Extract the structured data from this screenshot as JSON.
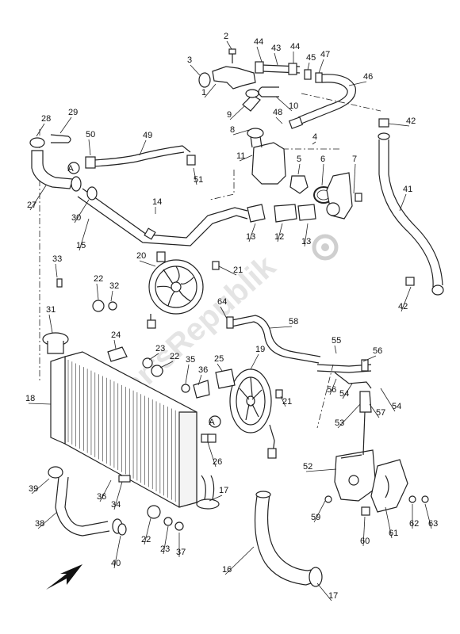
{
  "diagram": {
    "watermark": "PartsRepublik",
    "callouts": [
      {
        "id": "c2",
        "text": "2"
      },
      {
        "id": "c3",
        "text": "3"
      },
      {
        "id": "c44a",
        "text": "44"
      },
      {
        "id": "c43",
        "text": "43"
      },
      {
        "id": "c44b",
        "text": "44"
      },
      {
        "id": "c45",
        "text": "45"
      },
      {
        "id": "c47",
        "text": "47"
      },
      {
        "id": "c46",
        "text": "46"
      },
      {
        "id": "c1",
        "text": "1"
      },
      {
        "id": "c10",
        "text": "10"
      },
      {
        "id": "c9",
        "text": "9"
      },
      {
        "id": "c48",
        "text": "48"
      },
      {
        "id": "c8",
        "text": "8"
      },
      {
        "id": "c42a",
        "text": "42"
      },
      {
        "id": "c28",
        "text": "28"
      },
      {
        "id": "c29",
        "text": "29"
      },
      {
        "id": "c50",
        "text": "50"
      },
      {
        "id": "c49",
        "text": "49"
      },
      {
        "id": "c4",
        "text": "4"
      },
      {
        "id": "c11",
        "text": "11"
      },
      {
        "id": "c5",
        "text": "5"
      },
      {
        "id": "c6",
        "text": "6"
      },
      {
        "id": "c7",
        "text": "7"
      },
      {
        "id": "cA1",
        "text": "A"
      },
      {
        "id": "c51",
        "text": "51"
      },
      {
        "id": "c27",
        "text": "27"
      },
      {
        "id": "c30",
        "text": "30"
      },
      {
        "id": "c14",
        "text": "14"
      },
      {
        "id": "c41",
        "text": "41"
      },
      {
        "id": "c15",
        "text": "15"
      },
      {
        "id": "c13a",
        "text": "13"
      },
      {
        "id": "c12",
        "text": "12"
      },
      {
        "id": "c13b",
        "text": "13"
      },
      {
        "id": "c33",
        "text": "33"
      },
      {
        "id": "c20",
        "text": "20"
      },
      {
        "id": "c21a",
        "text": "21"
      },
      {
        "id": "c22a",
        "text": "22"
      },
      {
        "id": "c32",
        "text": "32"
      },
      {
        "id": "c42b",
        "text": "42"
      },
      {
        "id": "c31",
        "text": "31"
      },
      {
        "id": "c64",
        "text": "64"
      },
      {
        "id": "c58",
        "text": "58"
      },
      {
        "id": "c24",
        "text": "24"
      },
      {
        "id": "c23a",
        "text": "23"
      },
      {
        "id": "c22b",
        "text": "22"
      },
      {
        "id": "c25",
        "text": "25"
      },
      {
        "id": "c19",
        "text": "19"
      },
      {
        "id": "c55",
        "text": "55"
      },
      {
        "id": "c56a",
        "text": "56"
      },
      {
        "id": "c35",
        "text": "35"
      },
      {
        "id": "c36a",
        "text": "36"
      },
      {
        "id": "c56b",
        "text": "56"
      },
      {
        "id": "c54a",
        "text": "54"
      },
      {
        "id": "c18",
        "text": "18"
      },
      {
        "id": "c21b",
        "text": "21"
      },
      {
        "id": "c57",
        "text": "57"
      },
      {
        "id": "c54b",
        "text": "54"
      },
      {
        "id": "cA2",
        "text": "A"
      },
      {
        "id": "c53",
        "text": "53"
      },
      {
        "id": "c26",
        "text": "26"
      },
      {
        "id": "c52",
        "text": "52"
      },
      {
        "id": "c39",
        "text": "39"
      },
      {
        "id": "c36b",
        "text": "36"
      },
      {
        "id": "c34",
        "text": "34"
      },
      {
        "id": "c17a",
        "text": "17"
      },
      {
        "id": "c59",
        "text": "59"
      },
      {
        "id": "c62",
        "text": "62"
      },
      {
        "id": "c63",
        "text": "63"
      },
      {
        "id": "c38",
        "text": "38"
      },
      {
        "id": "c61",
        "text": "61"
      },
      {
        "id": "c22c",
        "text": "22"
      },
      {
        "id": "c23b",
        "text": "23"
      },
      {
        "id": "c60",
        "text": "60"
      },
      {
        "id": "c37",
        "text": "37"
      },
      {
        "id": "c40",
        "text": "40"
      },
      {
        "id": "c16",
        "text": "16"
      },
      {
        "id": "c17b",
        "text": "17"
      }
    ]
  }
}
